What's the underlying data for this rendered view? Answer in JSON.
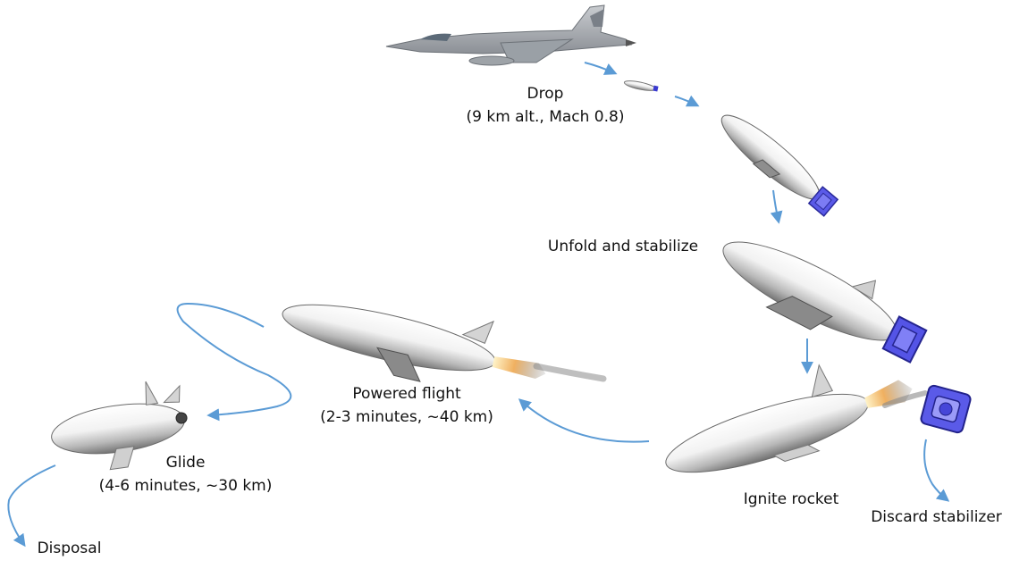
{
  "labels": {
    "drop": {
      "line1": "Drop",
      "line2": "(9 km alt., Mach 0.8)"
    },
    "unfold": "Unfold and stabilize",
    "ignite": "Ignite rocket",
    "discard": "Discard stabilizer",
    "powered": {
      "line1": "Powered flight",
      "line2": "(2-3 minutes, ~40 km)"
    },
    "glide": {
      "line1": "Glide",
      "line2": "(4-6 minutes, ~30 km)"
    },
    "disposal": "Disposal"
  },
  "colors": {
    "arrow": "#5b9bd5",
    "body_light": "#ffffff",
    "body_dark": "#8a8a8a",
    "stabilizer": "#4a4ae0",
    "exhaust": "#e8b070",
    "smoke": "#7a7a7a",
    "jet": "#a8acb0"
  }
}
